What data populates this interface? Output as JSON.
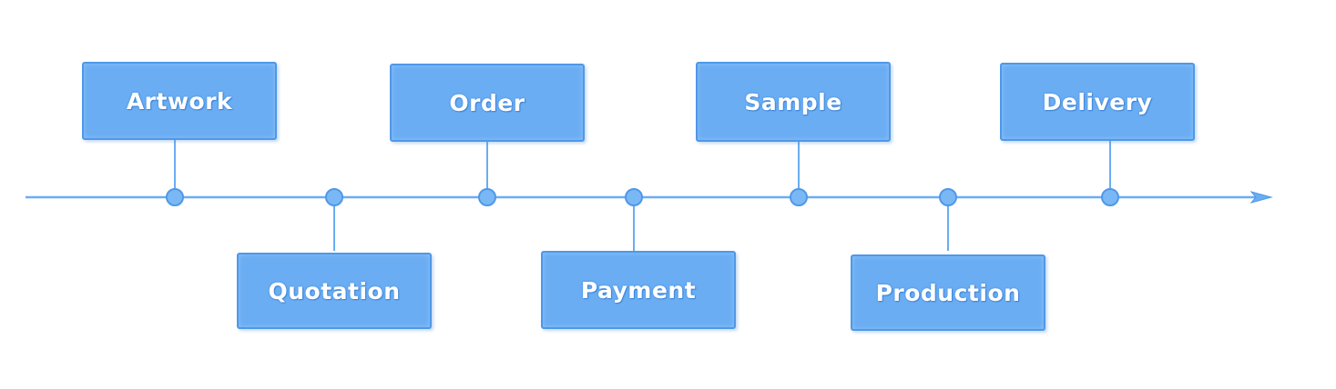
{
  "diagram": {
    "steps": [
      {
        "label": "Artwork",
        "side": "top"
      },
      {
        "label": "Quotation",
        "side": "bottom"
      },
      {
        "label": "Order",
        "side": "top"
      },
      {
        "label": "Payment",
        "side": "bottom"
      },
      {
        "label": "Sample",
        "side": "top"
      },
      {
        "label": "Production",
        "side": "bottom"
      },
      {
        "label": "Delivery",
        "side": "top"
      }
    ],
    "colors": {
      "box_fill": "#6aadf3",
      "box_border": "#4f98e8",
      "line": "#6aadf3",
      "node_fill": "#7ab8f5",
      "node_stroke": "#4f98e8",
      "label_text": "#ffffff"
    }
  }
}
